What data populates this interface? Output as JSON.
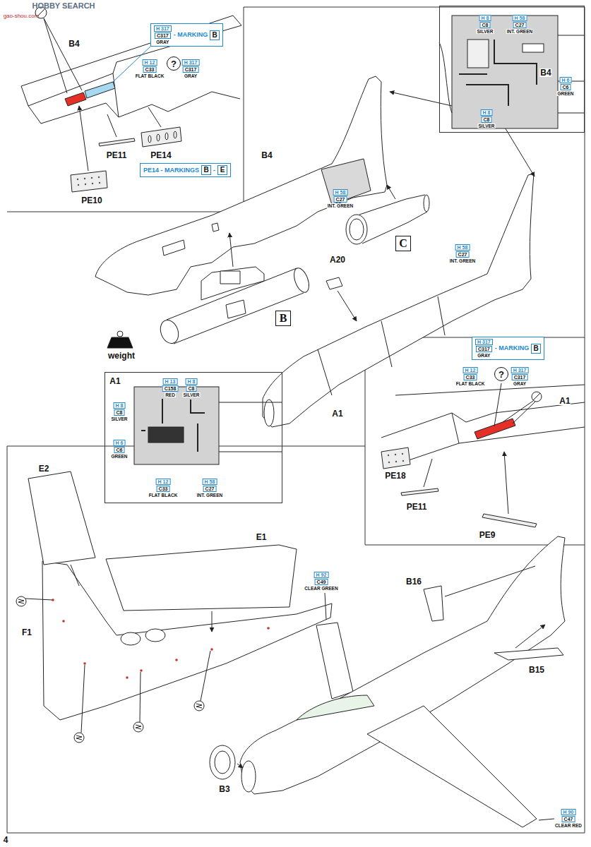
{
  "diagram": {
    "nodes": [
      {
        "text": [
          "H 317",
          "C317",
          "GRAY",
          "- MARKING"
        ]
      },
      {
        "text": [
          "B"
        ],
        "in": 0
      },
      {
        "text": [
          "?"
        ]
      },
      {
        "text": [
          "PE14 - MARKINGS",
          "-"
        ]
      },
      {
        "text": [
          "B"
        ],
        "in": 3
      },
      {
        "text": [
          "E"
        ],
        "in": 3
      },
      {
        "text": [
          "B4",
          "H 8",
          "C8",
          "SILVER",
          "H 58",
          "C27",
          "INT. GREEN",
          "H 6",
          "C6",
          "GREEN",
          "H 8",
          "C8",
          "SILVER"
        ]
      },
      {
        "text": [
          "C"
        ]
      },
      {
        "text": [
          "B"
        ]
      },
      {
        "text": [
          "A1",
          "H 13",
          "C158",
          "RED",
          "H 8",
          "C8",
          "SILVER",
          "H 8",
          "C8",
          "SILVER",
          "H 6",
          "C6",
          "GREEN",
          "H 12",
          "C33",
          "FLAT BLACK",
          "H 58",
          "C27",
          "INT. GREEN"
        ]
      },
      {
        "text": [
          "H 317",
          "C317",
          "GRAY",
          "- MARKING"
        ]
      },
      {
        "text": [
          "B"
        ],
        "in": 10
      },
      {
        "text": [
          "?"
        ]
      }
    ],
    "labels": [
      "HOBBY SEARCH",
      "gao-shou.com",
      "B4",
      "H 12",
      "C33",
      "FLAT BLACK",
      "H 317",
      "C317",
      "GRAY",
      "PE11",
      "PE14",
      "PE10",
      "B4",
      "H 58",
      "C27",
      "INT. GREEN",
      "A20",
      "H 58",
      "C27",
      "INT. GREEN",
      "weight",
      "A1",
      "H 12",
      "C33",
      "FLAT BLACK",
      "H 317",
      "C317",
      "GRAY",
      "A1",
      "PE18",
      "PE11",
      "PE9",
      "E2",
      "E1",
      "F1",
      "B16",
      "B15",
      "H 92",
      "C49",
      "CLEAR GREEN",
      "B3",
      "H 90",
      "C47",
      "CLEAR RED",
      "4"
    ]
  }
}
